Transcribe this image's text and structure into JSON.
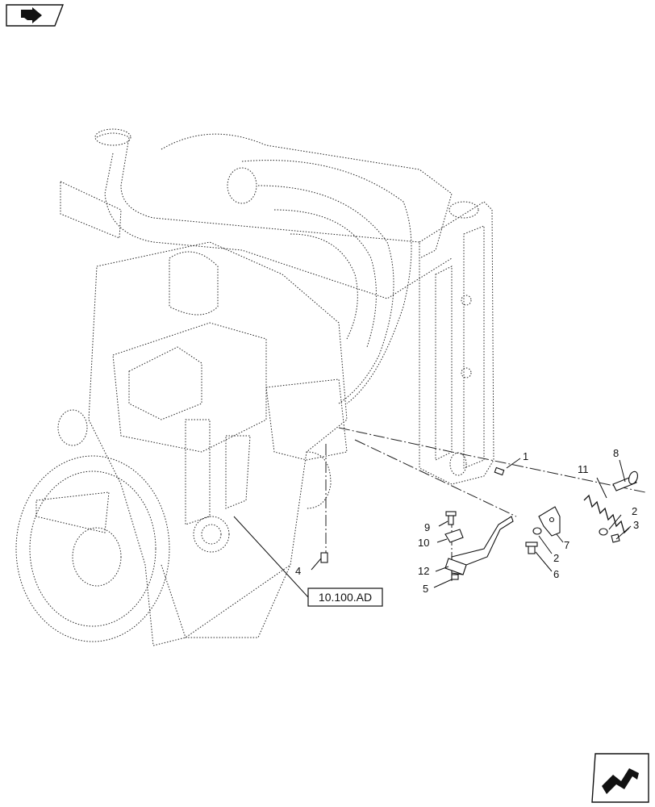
{
  "reference_label": "10.100.AD",
  "callouts": [
    "1",
    "2",
    "2",
    "3",
    "4",
    "5",
    "6",
    "7",
    "8",
    "9",
    "10",
    "11",
    "12"
  ],
  "icons": {
    "top_left": "previous-page-arrow-icon",
    "bottom_right": "next-page-arrow-icon"
  }
}
